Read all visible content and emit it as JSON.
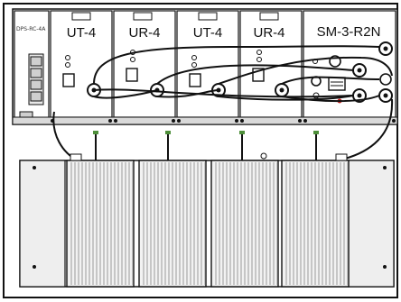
{
  "rack": {
    "power_label": "DPS-RC-4A",
    "modules": [
      {
        "label": "UT-4"
      },
      {
        "label": "UR-4"
      },
      {
        "label": "UT-4"
      },
      {
        "label": "UR-4"
      },
      {
        "label": "SM-3-R2N"
      }
    ]
  },
  "colors": {
    "line": "#111111",
    "panel_fill": "#ffffff",
    "rack_bar": "#d9d9d9",
    "heatsink_fin": "#9a9a9a",
    "cable": "#111111",
    "red_dot": "#cc2222",
    "green_led": "#4e8f3a"
  }
}
